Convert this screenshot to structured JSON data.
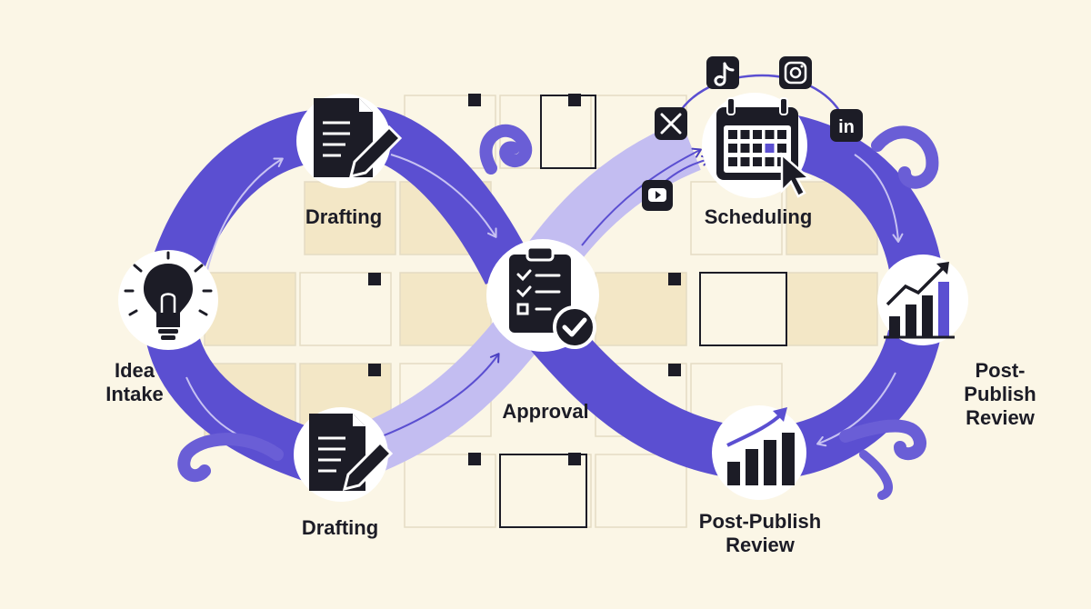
{
  "colors": {
    "background": "#fbf6e6",
    "loop_dark": "#5b4fd1",
    "loop_light": "#c3bdf1",
    "tile_fill": "#f3e7c6",
    "ink": "#1c1c26",
    "node_fill": "#ffffff",
    "tentacle": "#7266d6"
  },
  "stages": [
    {
      "key": "idea",
      "label": "Idea\nIntake",
      "icon": "lightbulb-icon"
    },
    {
      "key": "drafting_top",
      "label": "Drafting",
      "icon": "document-pencil-icon"
    },
    {
      "key": "drafting_bottom",
      "label": "Drafting",
      "icon": "document-pencil-icon"
    },
    {
      "key": "approval",
      "label": "Approval",
      "icon": "clipboard-check-icon"
    },
    {
      "key": "scheduling",
      "label": "Scheduling",
      "icon": "calendar-cursor-icon"
    },
    {
      "key": "postpub_right",
      "label": "Post-Publish\nReview",
      "icon": "bar-chart-trend-icon"
    },
    {
      "key": "postpub_bottom",
      "label": "Post-Publish\nReview",
      "icon": "bar-chart-trend-icon"
    }
  ],
  "social_icons": [
    {
      "key": "tiktok",
      "icon": "tiktok-icon"
    },
    {
      "key": "instagram",
      "icon": "instagram-icon"
    },
    {
      "key": "x",
      "icon": "x-icon"
    },
    {
      "key": "linkedin",
      "icon": "linkedin-icon",
      "text": "in"
    },
    {
      "key": "youtube",
      "icon": "youtube-icon"
    }
  ]
}
